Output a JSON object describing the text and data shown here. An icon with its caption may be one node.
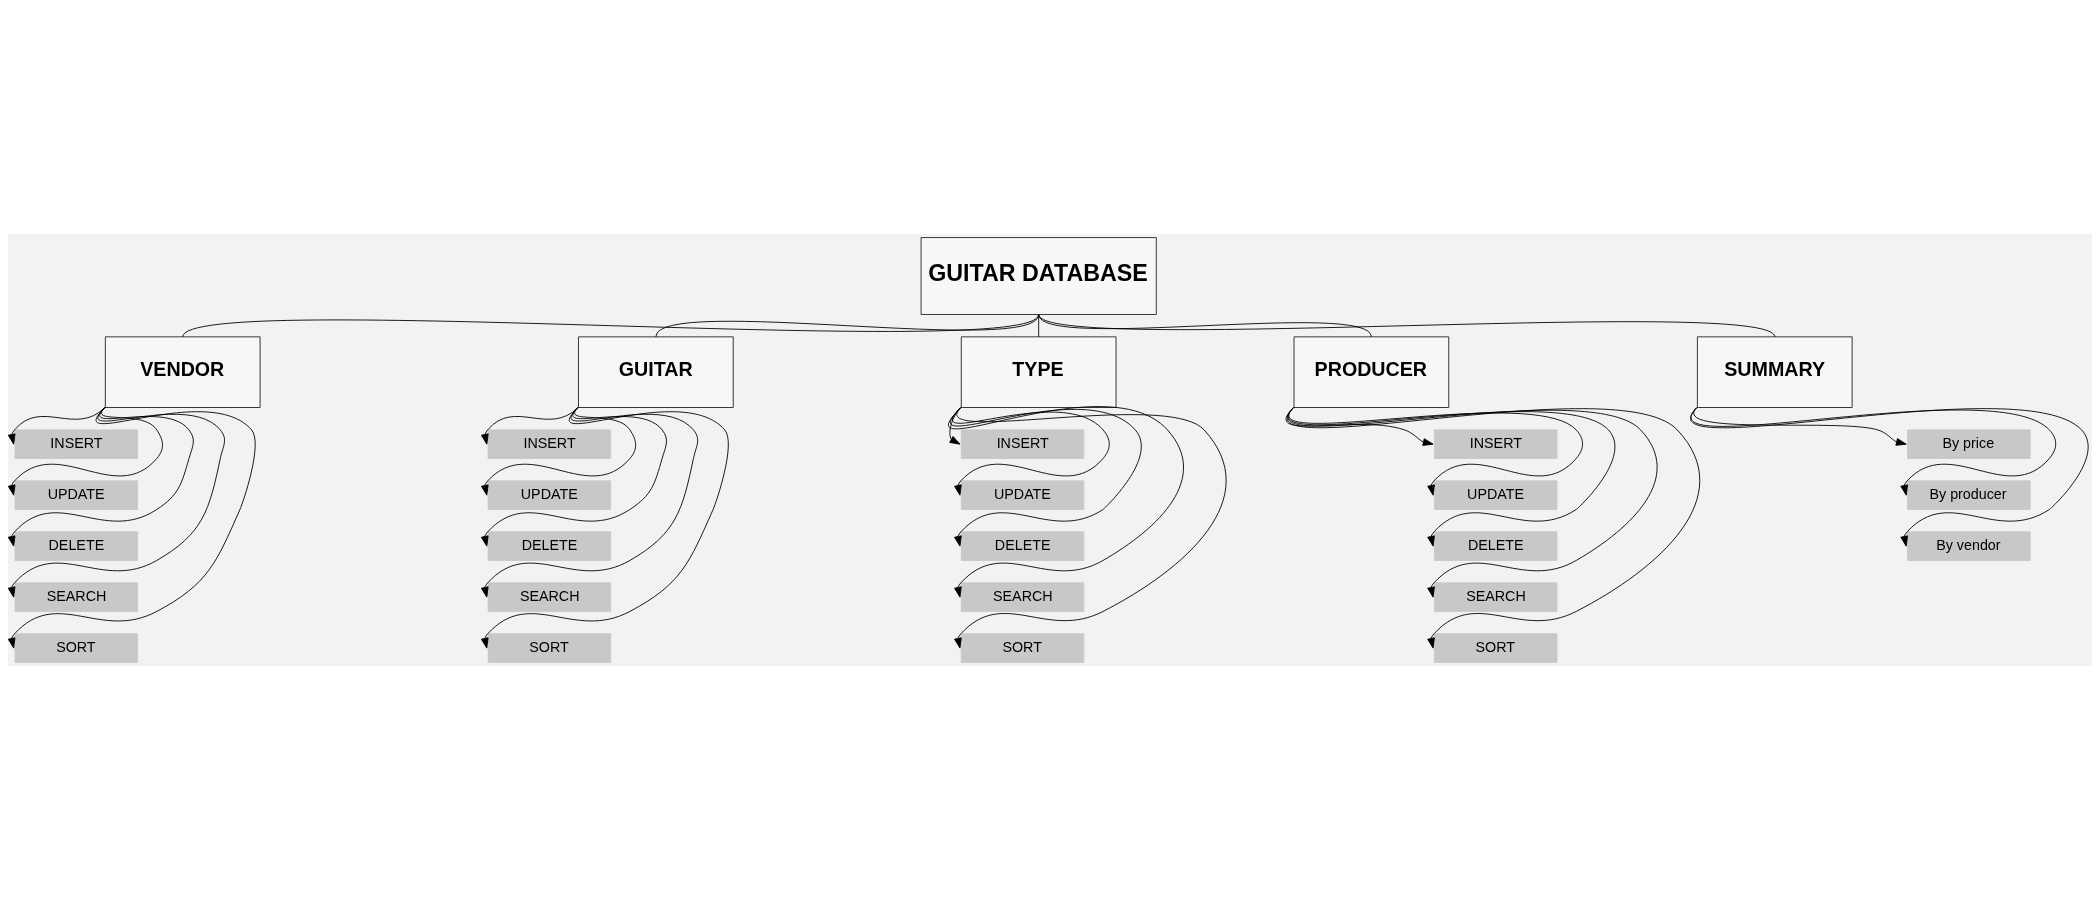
{
  "diagram": {
    "nodes": [
      {
        "text": [
          "GUITAR DATABASE"
        ]
      },
      {
        "text": [
          "VENDOR"
        ]
      },
      {
        "text": [
          "GUITAR"
        ]
      },
      {
        "text": [
          "TYPE"
        ]
      },
      {
        "text": [
          "PRODUCER"
        ]
      },
      {
        "text": [
          "SUMMARY"
        ]
      },
      {
        "text": [
          "INSERT"
        ]
      },
      {
        "text": [
          "UPDATE"
        ]
      },
      {
        "text": [
          "DELETE"
        ]
      },
      {
        "text": [
          "SEARCH"
        ]
      },
      {
        "text": [
          "SORT"
        ]
      },
      {
        "text": [
          "INSERT"
        ]
      },
      {
        "text": [
          "UPDATE"
        ]
      },
      {
        "text": [
          "DELETE"
        ]
      },
      {
        "text": [
          "SEARCH"
        ]
      },
      {
        "text": [
          "SORT"
        ]
      },
      {
        "text": [
          "INSERT"
        ]
      },
      {
        "text": [
          "UPDATE"
        ]
      },
      {
        "text": [
          "DELETE"
        ]
      },
      {
        "text": [
          "SEARCH"
        ]
      },
      {
        "text": [
          "SORT"
        ]
      },
      {
        "text": [
          "INSERT"
        ]
      },
      {
        "text": [
          "UPDATE"
        ]
      },
      {
        "text": [
          "DELETE"
        ]
      },
      {
        "text": [
          "SEARCH"
        ]
      },
      {
        "text": [
          "SORT"
        ]
      },
      {
        "text": [
          "By price"
        ]
      },
      {
        "text": [
          "By producer"
        ]
      },
      {
        "text": [
          "By vendor"
        ]
      }
    ],
    "edges": [
      {
        "from": 0,
        "to": 1,
        "arrow": "none"
      },
      {
        "from": 0,
        "to": 2,
        "arrow": "none"
      },
      {
        "from": 0,
        "to": 3,
        "arrow": "none"
      },
      {
        "from": 0,
        "to": 4,
        "arrow": "none"
      },
      {
        "from": 0,
        "to": 5,
        "arrow": "none"
      },
      {
        "from": 1,
        "to": 6,
        "arrow": "to"
      },
      {
        "from": 1,
        "to": 7,
        "arrow": "to"
      },
      {
        "from": 1,
        "to": 8,
        "arrow": "to"
      },
      {
        "from": 1,
        "to": 9,
        "arrow": "to"
      },
      {
        "from": 1,
        "to": 10,
        "arrow": "to"
      },
      {
        "from": 2,
        "to": 11,
        "arrow": "to"
      },
      {
        "from": 2,
        "to": 12,
        "arrow": "to"
      },
      {
        "from": 2,
        "to": 13,
        "arrow": "to"
      },
      {
        "from": 2,
        "to": 14,
        "arrow": "to"
      },
      {
        "from": 2,
        "to": 15,
        "arrow": "to"
      },
      {
        "from": 3,
        "to": 16,
        "arrow": "to"
      },
      {
        "from": 3,
        "to": 17,
        "arrow": "to"
      },
      {
        "from": 3,
        "to": 18,
        "arrow": "to"
      },
      {
        "from": 3,
        "to": 19,
        "arrow": "to"
      },
      {
        "from": 3,
        "to": 20,
        "arrow": "to"
      },
      {
        "from": 4,
        "to": 21,
        "arrow": "to"
      },
      {
        "from": 4,
        "to": 22,
        "arrow": "to"
      },
      {
        "from": 4,
        "to": 23,
        "arrow": "to"
      },
      {
        "from": 4,
        "to": 24,
        "arrow": "to"
      },
      {
        "from": 4,
        "to": 25,
        "arrow": "to"
      },
      {
        "from": 5,
        "to": 26,
        "arrow": "to"
      },
      {
        "from": 5,
        "to": 27,
        "arrow": "to"
      },
      {
        "from": 5,
        "to": 28,
        "arrow": "to"
      }
    ]
  }
}
